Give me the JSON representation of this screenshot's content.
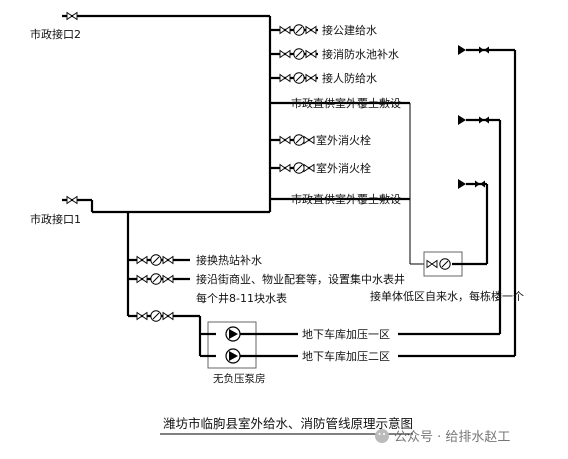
{
  "inlets": {
    "municipal_2": "市政接口2",
    "municipal_1": "市政接口1"
  },
  "branches_upper": [
    "接公建给水",
    "接消防水池补水",
    "接人防给水",
    "市政直供室外覆土敷设",
    "室外消火栓",
    "室外消火栓",
    "市政直供室外覆土敷设"
  ],
  "branches_lower": [
    "接换热站补水",
    "接沿街商业、物业配套等，设置集中水表井",
    "每个井8-11块水表"
  ],
  "building_note": "接单体低区自来水，每栋楼一个",
  "pressure_zones": [
    "地下车库加压一区",
    "地下车库加压二区"
  ],
  "pump_room": "无负压泵房",
  "title": "潍坊市临朐县室外给水、消防管线原理示意图",
  "watermark": "公众号 · 给排水赵工"
}
